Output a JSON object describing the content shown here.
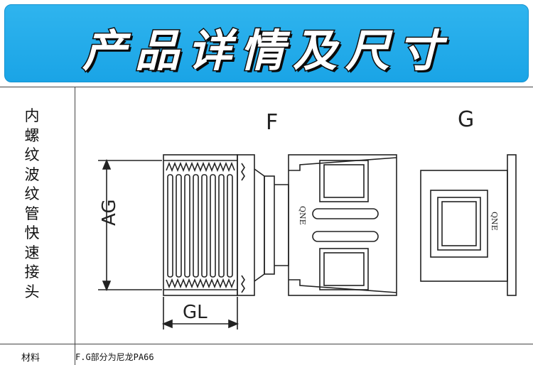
{
  "banner": {
    "title": "产品详情及尺寸"
  },
  "table": {
    "product_name_chars": [
      "内",
      "螺",
      "纹",
      "波",
      "纹",
      "管",
      "快",
      "速",
      "接",
      "头"
    ],
    "material_label": "材料",
    "material_value": "F.G部分为尼龙PA66"
  },
  "diagram": {
    "label_f": "F",
    "label_g": "G",
    "dim_ag": "AG",
    "dim_gl": "GL",
    "logo_text": "QNE"
  },
  "colors": {
    "banner_bg": "#22aaea",
    "line": "#222222"
  }
}
